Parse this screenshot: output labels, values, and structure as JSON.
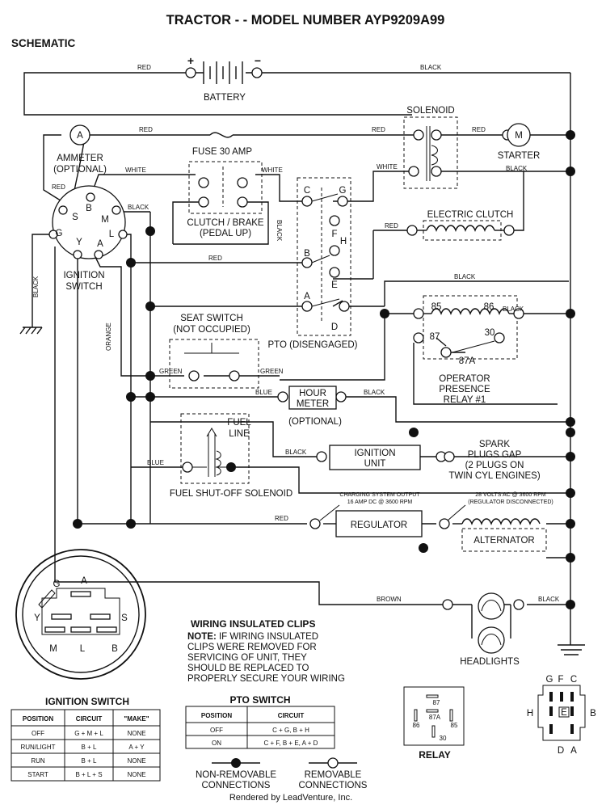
{
  "header": {
    "title": "TRACTOR - - MODEL NUMBER AYP9209A99",
    "section": "SCHEMATIC"
  },
  "components": {
    "battery": "BATTERY",
    "battery_plus": "+",
    "battery_minus": "−",
    "solenoid": "SOLENOID",
    "starter": "STARTER",
    "starter_symbol": "M",
    "ammeter_symbol": "A",
    "ammeter_line1": "AMMETER",
    "ammeter_line2": "(OPTIONAL)",
    "fuse": "FUSE 30 AMP",
    "clutch_brake_line1": "CLUTCH / BRAKE",
    "clutch_brake_line2": "(PEDAL UP)",
    "electric_clutch": "ELECTRIC CLUTCH",
    "ignition_switch_line1": "IGNITION",
    "ignition_switch_line2": "SWITCH",
    "seat_switch_line1": "SEAT SWITCH",
    "seat_switch_line2": "(NOT OCCUPIED)",
    "pto_disengaged": "PTO (DISENGAGED)",
    "operator_relay_line1": "OPERATOR",
    "operator_relay_line2": "PRESENCE",
    "operator_relay_line3": "RELAY #1",
    "hour_meter_line1": "HOUR",
    "hour_meter_line2": "METER",
    "hour_meter_line3": "(OPTIONAL)",
    "fuel_line_line1": "FUEL",
    "fuel_line_line2": "LINE",
    "ignition_unit_line1": "IGNITION",
    "ignition_unit_line2": "UNIT",
    "spark_plugs_line1": "SPARK",
    "spark_plugs_line2": "PLUGS GAP",
    "spark_plugs_line3": "(2 PLUGS ON",
    "spark_plugs_line4": "TWIN CYL ENGINES)",
    "fuel_shutoff": "FUEL SHUT-OFF SOLENOID",
    "charging_line1": "CHARGING SYSTEM OUTPUT",
    "charging_line2": "16 AMP DC @ 3600 RPM",
    "volts_line1": "28 VOLTS AC @ 3600 RPM",
    "volts_line2": "(REGULATOR DISCONNECTED)",
    "regulator": "REGULATOR",
    "alternator": "ALTERNATOR",
    "headlights": "HEADLIGHTS"
  },
  "terminals": {
    "ignition": [
      "B",
      "S",
      "M",
      "G",
      "Y",
      "A",
      "L"
    ],
    "pto": [
      "C",
      "G",
      "F",
      "H",
      "B",
      "E",
      "A",
      "D"
    ],
    "relay": [
      "85",
      "86",
      "87",
      "30",
      "87A"
    ]
  },
  "wires": {
    "red": "RED",
    "black": "BLACK",
    "white": "WHITE",
    "green": "GREEN",
    "blue": "BLUE",
    "orange": "ORANGE",
    "brown": "BROWN"
  },
  "wiring_note": {
    "title": "WIRING INSULATED CLIPS",
    "note_label": "NOTE:",
    "line1": " IF WIRING INSULATED",
    "line2": "CLIPS WERE REMOVED FOR",
    "line3": "SERVICING OF UNIT, THEY",
    "line4": "SHOULD BE REPLACED TO",
    "line5": "PROPERLY SECURE YOUR WIRING"
  },
  "ignition_table": {
    "title": "IGNITION SWITCH",
    "headers": [
      "POSITION",
      "CIRCUIT",
      "\"MAKE\""
    ],
    "rows": [
      [
        "OFF",
        "G + M + L",
        "NONE"
      ],
      [
        "RUN/LIGHT",
        "B + L",
        "A + Y"
      ],
      [
        "RUN",
        "B + L",
        "NONE"
      ],
      [
        "START",
        "B + L + S",
        "NONE"
      ]
    ]
  },
  "pto_table": {
    "title": "PTO SWITCH",
    "headers": [
      "POSITION",
      "CIRCUIT"
    ],
    "rows": [
      [
        "OFF",
        "C + G, B + H"
      ],
      [
        "ON",
        "C + F, B + E, A + D"
      ]
    ]
  },
  "legend": {
    "non_removable_line1": "NON-REMOVABLE",
    "non_removable_line2": "CONNECTIONS",
    "removable_line1": "REMOVABLE",
    "removable_line2": "CONNECTIONS"
  },
  "relay_diagram": {
    "label": "RELAY",
    "pins": [
      "87",
      "87A",
      "86",
      "85",
      "30"
    ]
  },
  "pto_connector": {
    "top": [
      "G",
      "F",
      "C"
    ],
    "left": "H",
    "right": "B",
    "center": "E",
    "bottom": [
      "D",
      "A"
    ]
  },
  "footer": "Rendered by LeadVenture, Inc."
}
